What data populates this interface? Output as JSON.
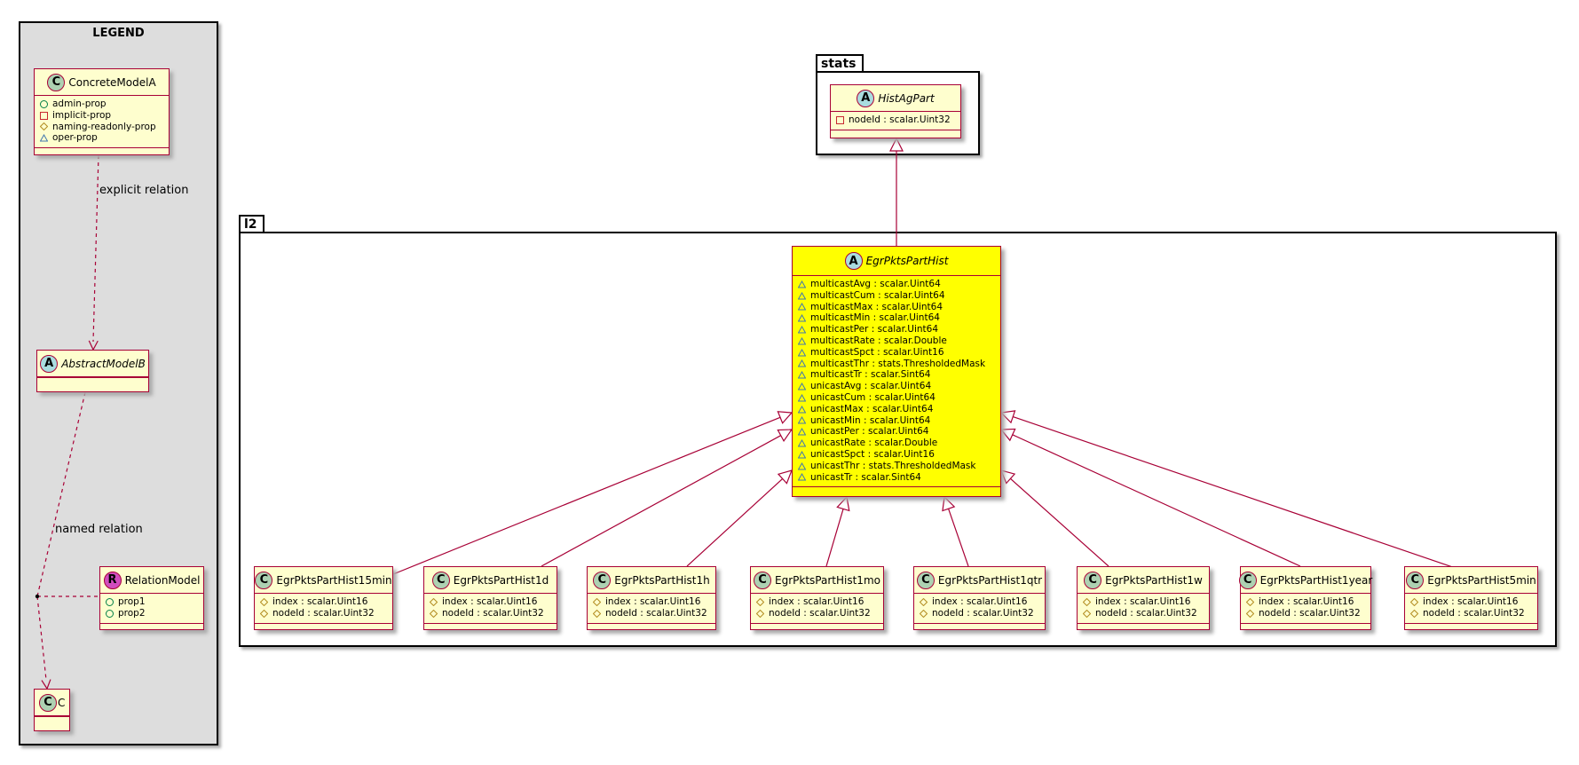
{
  "legend": {
    "title": "LEGEND",
    "concrete": {
      "name": "ConcreteModelA",
      "badge": "C",
      "attrs": [
        {
          "vis": "public",
          "text": "admin-prop"
        },
        {
          "vis": "private",
          "text": "implicit-prop"
        },
        {
          "vis": "protected",
          "text": "naming-readonly-prop"
        },
        {
          "vis": "package",
          "text": "oper-prop"
        }
      ]
    },
    "abstract": {
      "name": "AbstractModelB",
      "badge": "A"
    },
    "relation_model": {
      "name": "RelationModel",
      "badge": "R",
      "attrs": [
        {
          "vis": "public",
          "text": "prop1"
        },
        {
          "vis": "public",
          "text": "prop2"
        }
      ]
    },
    "c_class": {
      "name": "C",
      "badge": "C"
    },
    "explicit_relation_label": "explicit relation",
    "named_relation_label": "named relation"
  },
  "packages": {
    "stats": {
      "name": "stats"
    },
    "l2": {
      "name": "l2"
    }
  },
  "hist_ag_part": {
    "name": "HistAgPart",
    "badge": "A",
    "attrs": [
      {
        "vis": "private",
        "text": "nodeId : scalar.Uint32"
      }
    ]
  },
  "main_class": {
    "name": "EgrPktsPartHist",
    "badge": "A",
    "attrs": [
      {
        "vis": "package",
        "text": "multicastAvg : scalar.Uint64"
      },
      {
        "vis": "package",
        "text": "multicastCum : scalar.Uint64"
      },
      {
        "vis": "package",
        "text": "multicastMax : scalar.Uint64"
      },
      {
        "vis": "package",
        "text": "multicastMin : scalar.Uint64"
      },
      {
        "vis": "package",
        "text": "multicastPer : scalar.Uint64"
      },
      {
        "vis": "package",
        "text": "multicastRate : scalar.Double"
      },
      {
        "vis": "package",
        "text": "multicastSpct : scalar.Uint16"
      },
      {
        "vis": "package",
        "text": "multicastThr : stats.ThresholdedMask"
      },
      {
        "vis": "package",
        "text": "multicastTr : scalar.Sint64"
      },
      {
        "vis": "package",
        "text": "unicastAvg : scalar.Uint64"
      },
      {
        "vis": "package",
        "text": "unicastCum : scalar.Uint64"
      },
      {
        "vis": "package",
        "text": "unicastMax : scalar.Uint64"
      },
      {
        "vis": "package",
        "text": "unicastMin : scalar.Uint64"
      },
      {
        "vis": "package",
        "text": "unicastPer : scalar.Uint64"
      },
      {
        "vis": "package",
        "text": "unicastRate : scalar.Double"
      },
      {
        "vis": "package",
        "text": "unicastSpct : scalar.Uint16"
      },
      {
        "vis": "package",
        "text": "unicastThr : stats.ThresholdedMask"
      },
      {
        "vis": "package",
        "text": "unicastTr : scalar.Sint64"
      }
    ]
  },
  "sub_attrs": [
    {
      "vis": "protected",
      "text": "index : scalar.Uint16"
    },
    {
      "vis": "protected",
      "text": "nodeId : scalar.Uint32"
    }
  ],
  "subclasses": [
    {
      "name": "EgrPktsPartHist15min",
      "badge": "C"
    },
    {
      "name": "EgrPktsPartHist1d",
      "badge": "C"
    },
    {
      "name": "EgrPktsPartHist1h",
      "badge": "C"
    },
    {
      "name": "EgrPktsPartHist1mo",
      "badge": "C"
    },
    {
      "name": "EgrPktsPartHist1qtr",
      "badge": "C"
    },
    {
      "name": "EgrPktsPartHist1w",
      "badge": "C"
    },
    {
      "name": "EgrPktsPartHist1year",
      "badge": "C"
    },
    {
      "name": "EgrPktsPartHist5min",
      "badge": "C"
    }
  ],
  "colors": {
    "border": "#a80036",
    "class_fill": "#fefece",
    "highlight_fill": "#ffff00",
    "legend_fill": "#dddddd"
  }
}
